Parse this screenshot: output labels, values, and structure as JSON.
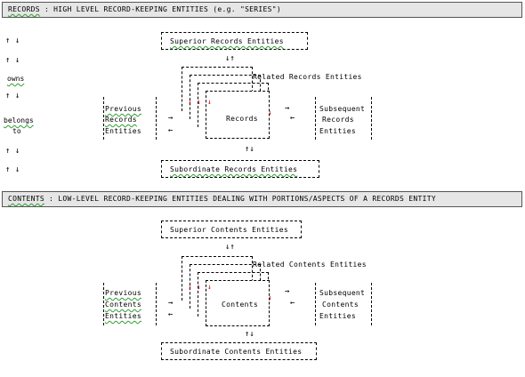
{
  "records_header": {
    "keyword": "RECORDS",
    "rest": " : HIGH LEVEL RECORD-KEEPING ENTITIES (e.g. \"SERIES\")"
  },
  "contents_header": {
    "keyword": "CONTENTS",
    "rest": " : LOW-LEVEL RECORD-KEEPING ENTITIES DEALING WITH PORTIONS/ASPECTS OF A RECORDS ENTITY"
  },
  "side": {
    "arrows": "↑ ↓",
    "owns": "owns",
    "belongs1": "belongs",
    "belongs2": "to"
  },
  "records_diagram": {
    "superior": "Superior Records Entities",
    "related": "Related Records Entities",
    "main": "Records",
    "previous": [
      "Previous",
      "Records",
      "Entities"
    ],
    "subsequent": [
      "Subsequent",
      "Records",
      "Entities"
    ],
    "subordinate": "Subordinate Records Entities"
  },
  "contents_diagram": {
    "superior": "Superior Contents Entities",
    "related": "Related Contents Entities",
    "main": "Contents",
    "previous": [
      "Previous",
      "Contents",
      "Entities"
    ],
    "subsequent": [
      "Subsequent",
      "Contents",
      "Entities"
    ],
    "subordinate": "Subordinate Contents Entities"
  },
  "symbols": {
    "updown": "↓↑",
    "updown2": "↑↓",
    "right": "→",
    "left": "←",
    "tick": "↓"
  },
  "colors": {
    "header_bg": "#e6e6e6",
    "tick_red": "#d00000",
    "squiggle": "#2e9e2e"
  }
}
